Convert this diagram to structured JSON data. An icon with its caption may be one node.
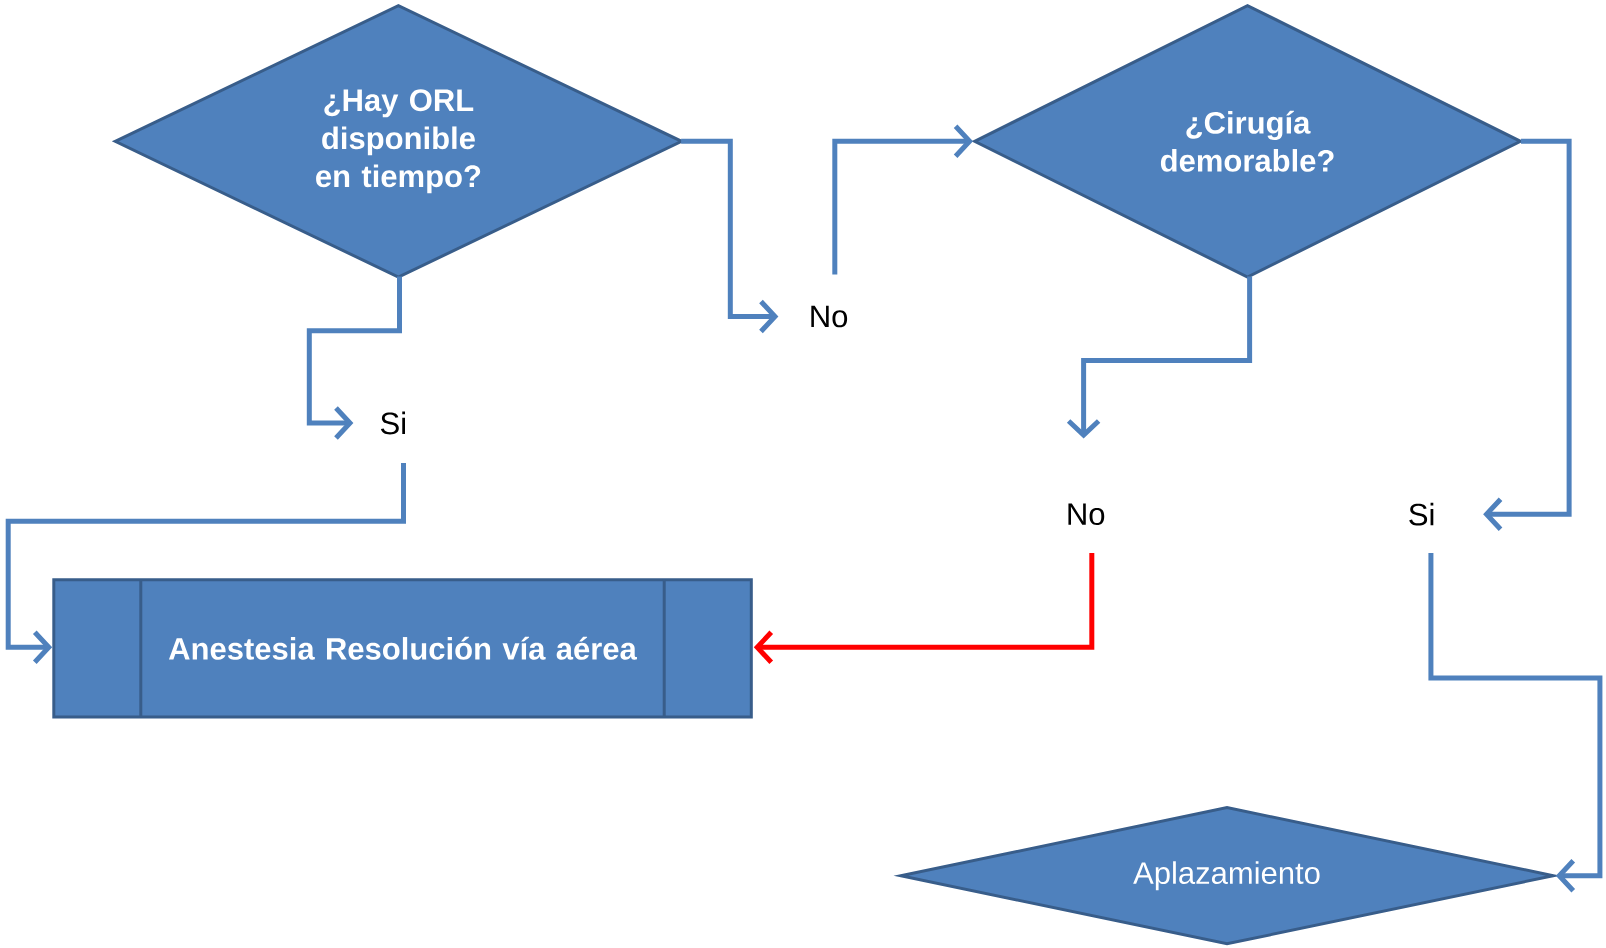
{
  "diagram": {
    "nodes": [
      {
        "text": [
          "¿Hay ORL disponible en tiempo?"
        ]
      },
      {
        "text": [
          "No"
        ]
      },
      {
        "text": [
          "¿Cirugía demorable?"
        ]
      },
      {
        "text": [
          "Si"
        ]
      },
      {
        "text": [
          "No"
        ]
      },
      {
        "text": [
          "Si"
        ]
      },
      {
        "text": [
          "Anestesia Resolución vía aérea"
        ]
      },
      {
        "text": [
          "Aplazamiento"
        ]
      }
    ],
    "edges": [
      {
        "from": 0,
        "to": 1,
        "arrow": "to"
      },
      {
        "from": 1,
        "to": 2,
        "arrow": "to"
      },
      {
        "from": 0,
        "to": 3,
        "arrow": "to"
      },
      {
        "from": 3,
        "to": 6,
        "arrow": "to"
      },
      {
        "from": 2,
        "to": 4,
        "arrow": "to"
      },
      {
        "from": 2,
        "to": 5,
        "arrow": "to"
      },
      {
        "from": 4,
        "to": 6,
        "arrow": "to",
        "color": "#ff0000"
      },
      {
        "from": 5,
        "to": 7,
        "arrow": "to"
      }
    ]
  }
}
